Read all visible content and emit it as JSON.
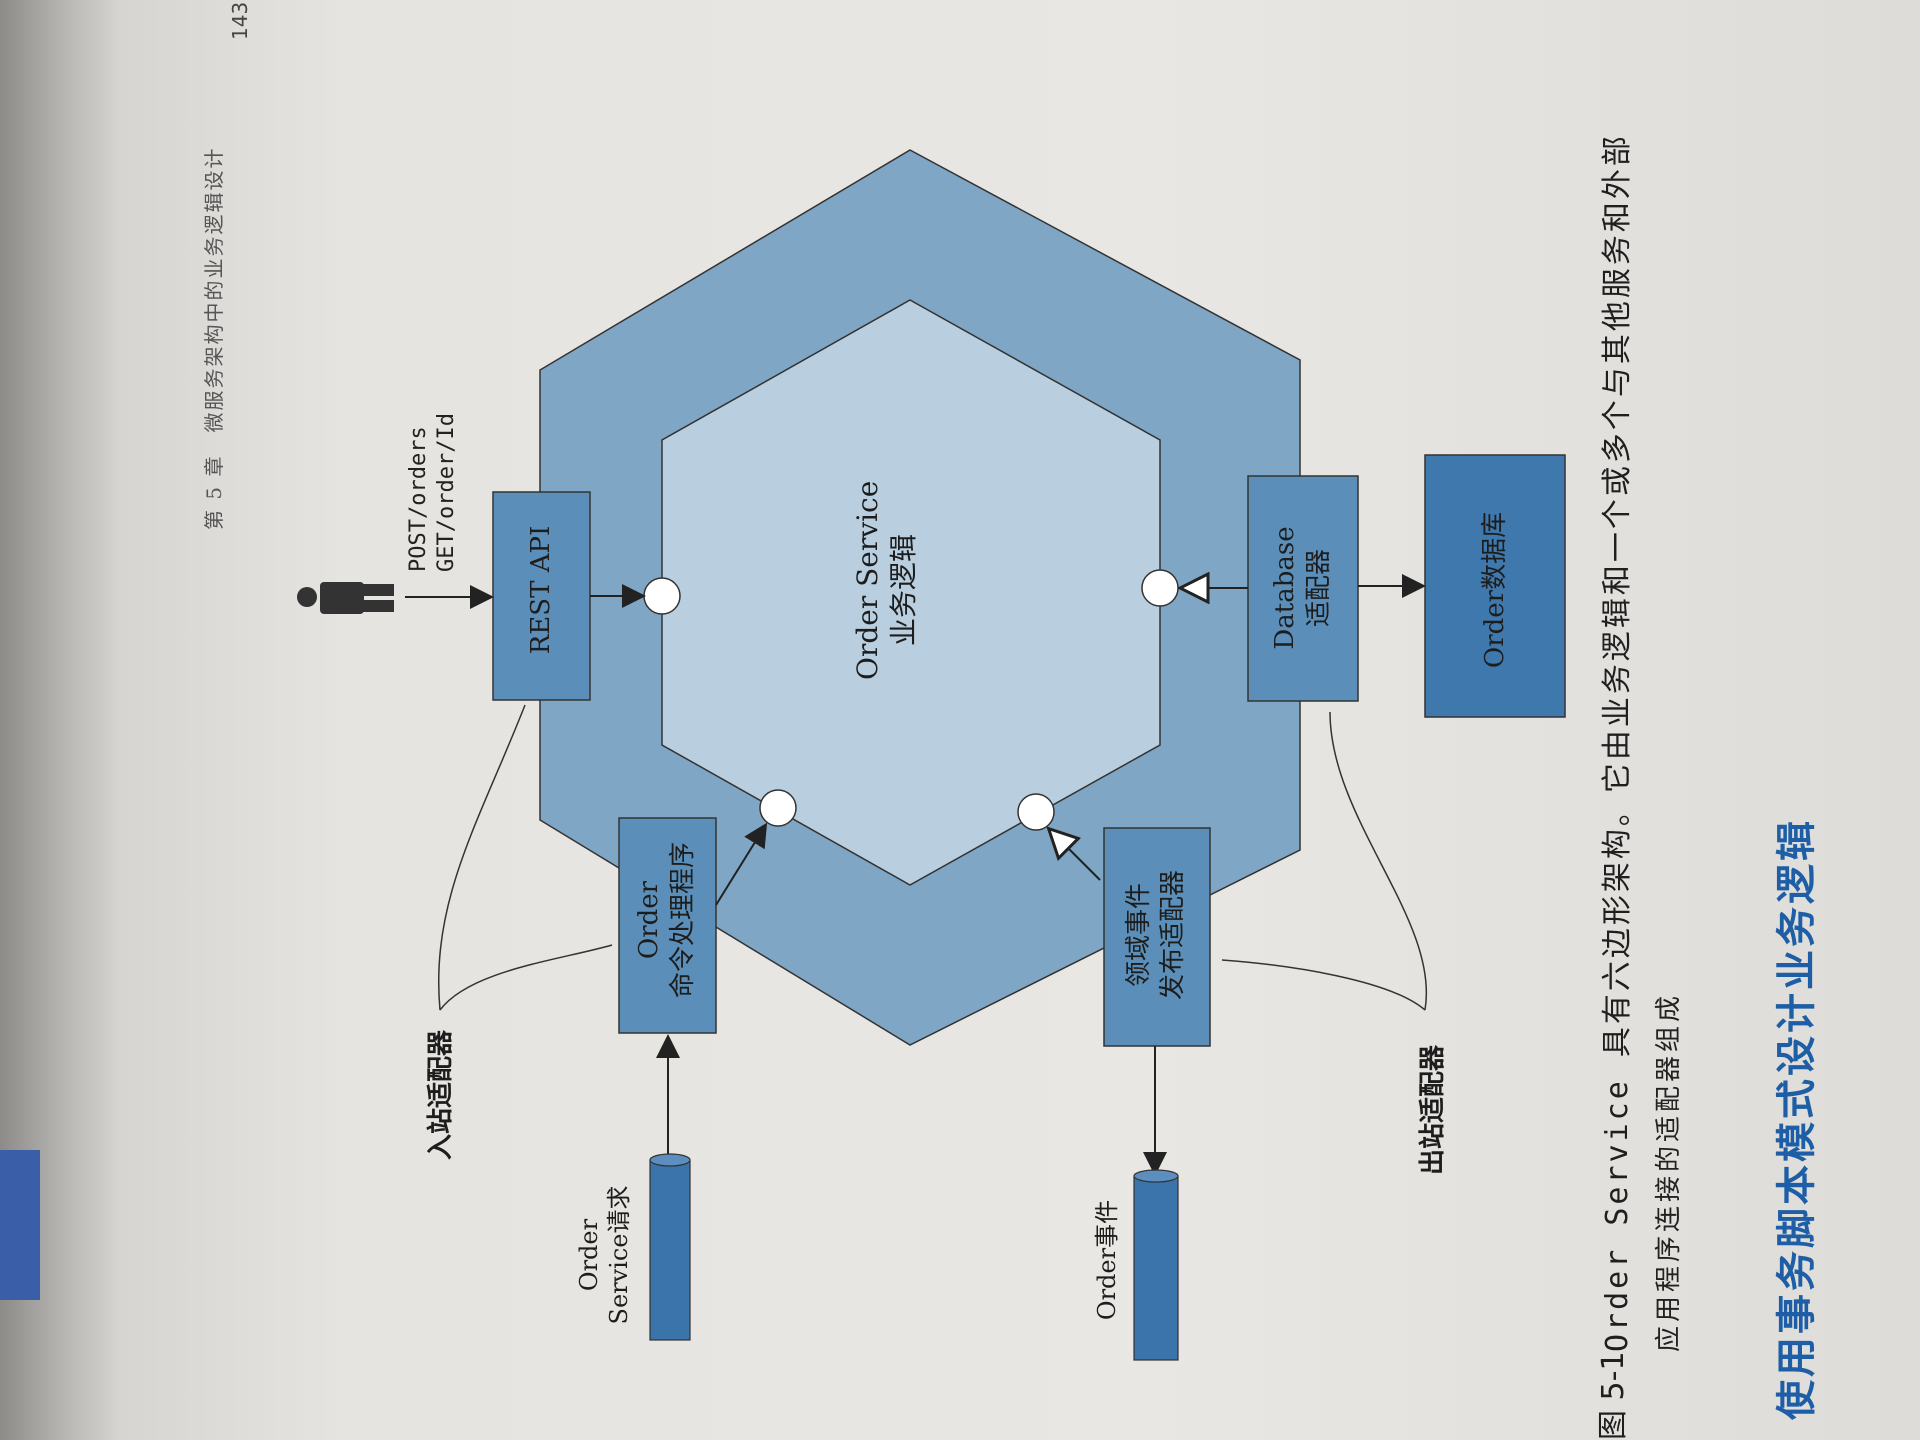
{
  "header": {
    "chapter": "第 5 章　微服务架构中的业务逻辑设计",
    "page_number": "143"
  },
  "diagram": {
    "api_paths": [
      "POST/orders",
      "GET/order/Id"
    ],
    "rest_api": "REST API",
    "core": [
      "Order Service",
      "业务逻辑"
    ],
    "database_adapter": [
      "Database",
      "适配器"
    ],
    "order_database": "Order数据库",
    "command_handler": [
      "Order",
      "命令处理程序"
    ],
    "event_publisher": [
      "领域事件",
      "发布适配器"
    ],
    "inbound_adapters": "入站适配器",
    "outbound_adapters": "出站适配器",
    "order_service_requests": [
      "Order",
      "Service请求"
    ],
    "order_events": "Order事件",
    "colors": {
      "outer_hexagon": "#7fa6c4",
      "inner_hexagon": "#b9cfdf",
      "adapter_box": "#5b8fb9",
      "database_box": "#3f78ad",
      "channel": "#3b74aa"
    }
  },
  "caption": {
    "figure_number": "图 5-1",
    "line1": "Order Service 具有六边形架构。它由业务逻辑和一个或多个与其他服务和外部",
    "line2": "应用程序连接的适配器组成"
  },
  "section": {
    "title": "使用事务脚本模式设计业务逻辑"
  }
}
